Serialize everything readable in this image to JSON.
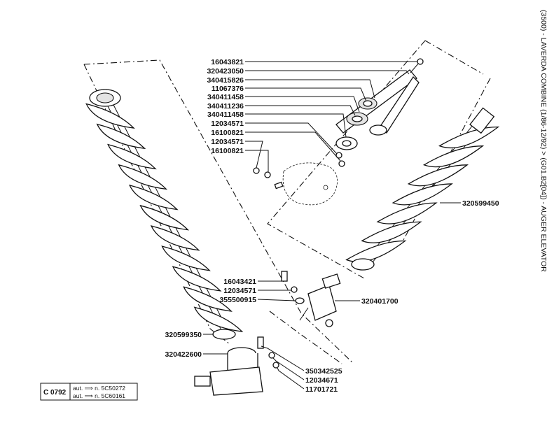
{
  "page_title": "(3500) - LAVERDA COMBINE (1/86-12/92) > (G01.B2[04]) - AUGER ELEVATOR",
  "code_box": {
    "code": "C 0792",
    "line1": "aut. ⟹ n. 5C50272",
    "line2": "aut. ⟹ n. 5C60161"
  },
  "part_labels": [
    "16043821",
    "320423050",
    "340415826",
    "11067376",
    "340411458",
    "340411236",
    "340411458",
    "12034571",
    "16100821",
    "12034571",
    "16100821",
    "320599450",
    "16043421",
    "12034571",
    "355500915",
    "320401700",
    "320599350",
    "320422600",
    "350342525",
    "12034671",
    "11701721"
  ]
}
